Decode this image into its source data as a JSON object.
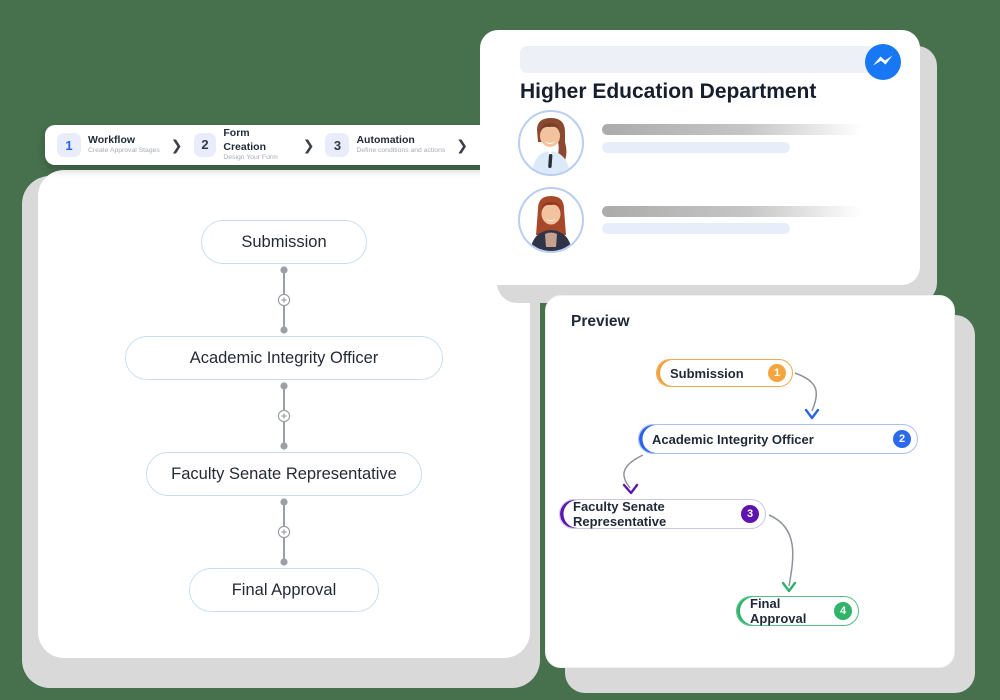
{
  "background_color": "#47704D",
  "stepper": {
    "chevron": "❯",
    "items": [
      {
        "number": "1",
        "title": "Workflow",
        "subtitle": "Create Approval Stages"
      },
      {
        "number": "2",
        "title": "Form Creation",
        "subtitle": "Design Your Form"
      },
      {
        "number": "3",
        "title": "Automation",
        "subtitle": "Define conditions and actions"
      }
    ]
  },
  "chat_card": {
    "title": "Higher Education Department",
    "brand_color": "#1877F2",
    "members": [
      {
        "avatar": "woman-ponytail-avatar"
      },
      {
        "avatar": "woman-long-hair-avatar"
      }
    ]
  },
  "workflow_card": {
    "stages": [
      {
        "label": "Submission"
      },
      {
        "label": "Academic Integrity Officer"
      },
      {
        "label": "Faculty Senate Representative"
      },
      {
        "label": "Final Approval"
      }
    ]
  },
  "preview_card": {
    "title": "Preview",
    "nodes": [
      {
        "label": "Submission",
        "number": "1",
        "accent": "#F5A53E"
      },
      {
        "label": "Academic Integrity Officer",
        "number": "2",
        "accent": "#2B63E8"
      },
      {
        "label": "Faculty Senate Representative",
        "number": "3",
        "accent": "#5E17AD"
      },
      {
        "label": "Final Approval",
        "number": "4",
        "accent": "#2FB36C"
      }
    ]
  }
}
